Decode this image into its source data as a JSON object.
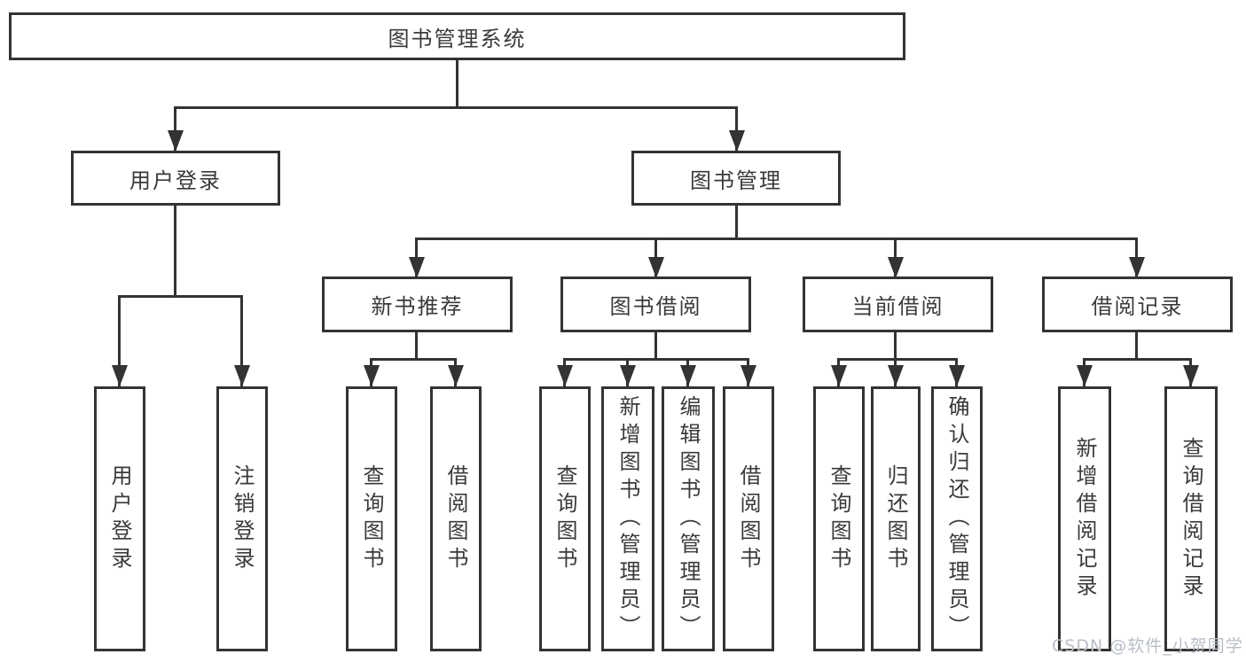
{
  "tree": {
    "label": "图书管理系统",
    "children": [
      {
        "label": "用户登录",
        "children": [
          {
            "label": "用户登录"
          },
          {
            "label": "注销登录"
          }
        ]
      },
      {
        "label": "图书管理",
        "children": [
          {
            "label": "新书推荐",
            "children": [
              {
                "label": "查询图书"
              },
              {
                "label": "借阅图书"
              }
            ]
          },
          {
            "label": "图书借阅",
            "children": [
              {
                "label": "查询图书"
              },
              {
                "label": "新增图书（管理员）"
              },
              {
                "label": "编辑图书（管理员）"
              },
              {
                "label": "借阅图书"
              }
            ]
          },
          {
            "label": "当前借阅",
            "children": [
              {
                "label": "查询图书"
              },
              {
                "label": "归还图书"
              },
              {
                "label": "确认归还（管理员）"
              }
            ]
          },
          {
            "label": "借阅记录",
            "children": [
              {
                "label": "新增借阅记录"
              },
              {
                "label": "查询借阅记录"
              }
            ]
          }
        ]
      }
    ]
  },
  "watermark": {
    "text": "CSDN @软件_小贺同学"
  },
  "colors": {
    "line": "#333333",
    "text": "#3a3a3a",
    "watermark": "#b9bec8",
    "background": "#ffffff"
  }
}
